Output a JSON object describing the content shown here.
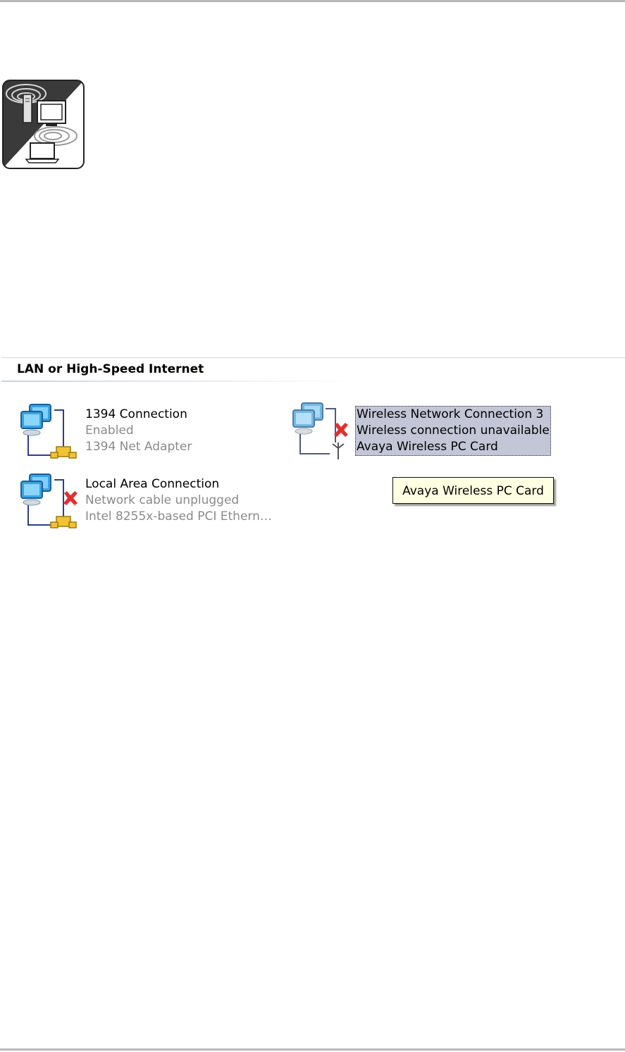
{
  "section": {
    "title": "LAN or High-Speed Internet"
  },
  "connections": [
    {
      "name": "1394 Connection",
      "status": "Enabled",
      "device": "1394 Net Adapter"
    },
    {
      "name": "Wireless Network Connection 3",
      "status": "Wireless connection unavailable",
      "device": "Avaya Wireless PC Card"
    },
    {
      "name": "Local Area Connection",
      "status": "Network cable unplugged",
      "device": "Intel 8255x-based PCI Ethern…"
    }
  ],
  "tooltip": {
    "text": "Avaya Wireless PC Card"
  },
  "colors": {
    "selection": "#c3c6d6",
    "tooltip_bg": "#ffffe1",
    "status_gray": "#8a8a8a",
    "error_red": "#e03030"
  },
  "icons": {
    "badge": "wireless-network-badge-icon",
    "lan": "lan-computers-icon",
    "wireless": "wireless-computers-icon",
    "disconnected": "red-x-icon"
  }
}
